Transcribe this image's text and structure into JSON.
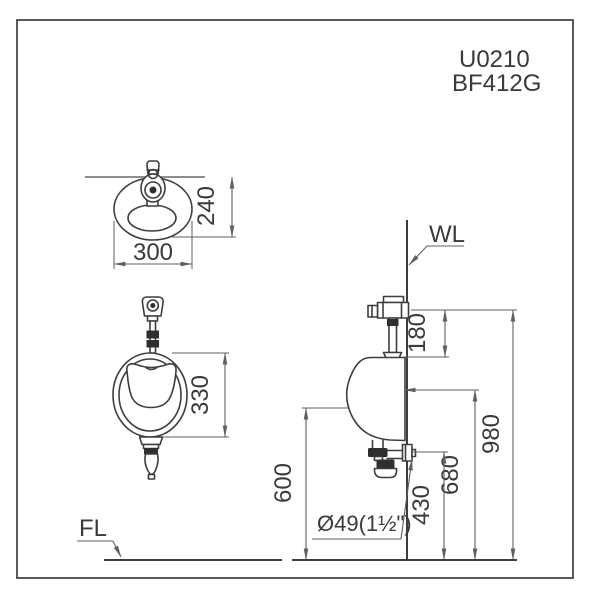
{
  "drawing": {
    "product_code": "U0210",
    "valve_code": "BF412G",
    "wall_line_label": "WL",
    "floor_line_label": "FL",
    "drain_label": "Ø49(1½\")",
    "dims": {
      "top_width": "300",
      "top_depth": "240",
      "front_height": "330",
      "valve_to_spud": "180",
      "valve_height": "980",
      "rim_height": "680",
      "lip_height": "600",
      "drain_center_height": "430"
    },
    "colors": {
      "line": "#3d3d3d",
      "dim_line": "#5f5f5f",
      "text": "#3a3a3a",
      "background": "#ffffff"
    }
  }
}
